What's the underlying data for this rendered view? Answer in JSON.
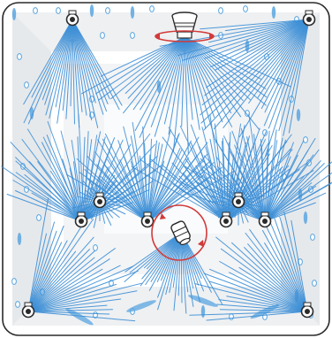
{
  "diagram": {
    "colors": {
      "spray": "#3d8fd6",
      "drop": "#5aa6e0",
      "outline": "#2a2a2a",
      "rotation_arrow": "#d23a3a",
      "floor_shade": "#e9ecef",
      "panel": "#ffffff"
    },
    "nozzles": [
      {
        "id": "corner-nozzle-top-left",
        "kind": "fixed"
      },
      {
        "id": "rotating-head-top-center",
        "kind": "rotating"
      },
      {
        "id": "corner-nozzle-top-right",
        "kind": "fixed"
      },
      {
        "id": "side-nozzle-left",
        "kind": "fixed"
      },
      {
        "id": "center-left-nozzle",
        "kind": "fixed"
      },
      {
        "id": "center-right-nozzle",
        "kind": "fixed"
      },
      {
        "id": "side-nozzle-right",
        "kind": "fixed"
      },
      {
        "id": "rotating-head-center",
        "kind": "rotating"
      },
      {
        "id": "corner-nozzle-bottom-left",
        "kind": "fixed"
      },
      {
        "id": "corner-nozzle-bottom-right",
        "kind": "fixed"
      }
    ]
  }
}
